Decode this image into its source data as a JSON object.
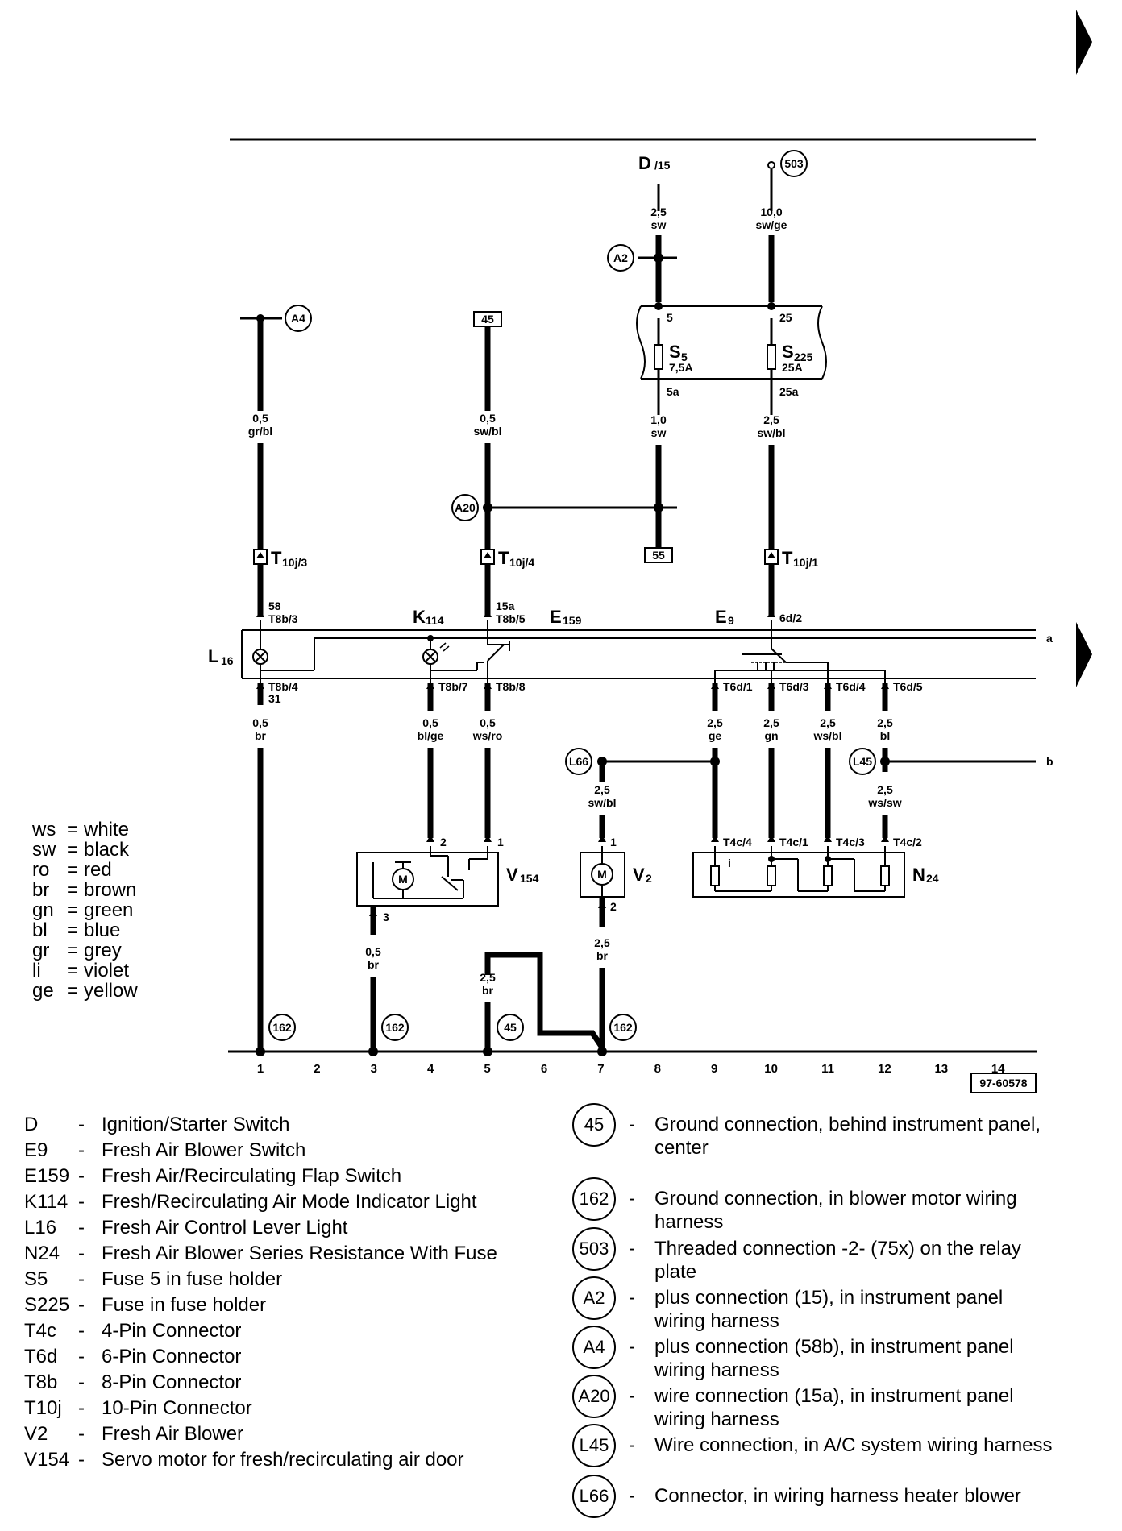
{
  "page_ref": "97-60578",
  "wire_colors": [
    {
      "code": "ws",
      "name": "white"
    },
    {
      "code": "sw",
      "name": "black"
    },
    {
      "code": "ro",
      "name": "red"
    },
    {
      "code": "br",
      "name": "brown"
    },
    {
      "code": "gn",
      "name": "green"
    },
    {
      "code": "bl",
      "name": "blue"
    },
    {
      "code": "gr",
      "name": "grey"
    },
    {
      "code": "li",
      "name": "violet"
    },
    {
      "code": "ge",
      "name": "yellow"
    }
  ],
  "columns": [
    "1",
    "2",
    "3",
    "4",
    "5",
    "6",
    "7",
    "8",
    "9",
    "10",
    "11",
    "12",
    "13",
    "14"
  ],
  "top_labels": {
    "d15_main": "D",
    "d15_sub": "/15",
    "w1a": "2,5",
    "w1b": "sw",
    "w2a": "10,0",
    "w2b": "sw/ge",
    "a2": "A2",
    "n503": "503",
    "a4": "A4",
    "box45": "45",
    "box55": "55",
    "a20": "A20",
    "p5": "5",
    "p25": "25",
    "p5a": "5a",
    "p25a": "25a",
    "s5": "S",
    "s5sub": "5",
    "s5amp": "7,5A",
    "s225": "S",
    "s225sub": "225",
    "s225amp": "25A",
    "w3a": "0,5",
    "w3b": "gr/bl",
    "w4a": "0,5",
    "w4b": "sw/bl",
    "w5a": "1,0",
    "w5b": "sw",
    "w6a": "2,5",
    "w6b": "sw/bl",
    "t3": "T",
    "t3sub": "10j/3",
    "t4": "T",
    "t4sub": "10j/4",
    "t1": "T",
    "t1sub": "10j/1",
    "p58": "58",
    "t8b3": "T8b/3",
    "p15a": "15a",
    "t8b5": "T8b/5",
    "k114": "K",
    "k114sub": "114",
    "e159": "E",
    "e159sub": "159",
    "e9": "E",
    "e9sub": "9",
    "p6d2": "6d/2",
    "l16": "L",
    "l16sub": "16",
    "ra": "a",
    "rb": "b",
    "t8b4": "T8b/4",
    "p31": "31",
    "t8b7": "T8b/7",
    "t8b8": "T8b/8",
    "t6d1": "T6d/1",
    "t6d3": "T6d/3",
    "t6d4": "T6d/4",
    "t6d5": "T6d/5",
    "w7a": "0,5",
    "w7b": "br",
    "w8a": "0,5",
    "w8b": "bl/ge",
    "w9a": "0,5",
    "w9b": "ws/ro",
    "w10a": "2,5",
    "w10b": "ge",
    "w11a": "2,5",
    "w11b": "gn",
    "w12a": "2,5",
    "w12b": "ws/bl",
    "w13a": "2,5",
    "w13b": "bl",
    "l66": "L66",
    "l45": "L45",
    "w14a": "2,5",
    "w14b": "sw/bl",
    "w15a": "2,5",
    "w15b": "ws/sw",
    "p2": "2",
    "p1": "1",
    "p1b": "1",
    "p2b": "2",
    "p3": "3",
    "t4c4": "T4c/4",
    "t4c1": "T4c/1",
    "t4c3": "T4c/3",
    "t4c2": "T4c/2",
    "v154": "V",
    "v154sub": "154",
    "v2": "V",
    "v2sub": "2",
    "n24": "N",
    "n24sub": "24",
    "motor": "M",
    "motor2": "M",
    "n24i": "i",
    "w16a": "0,5",
    "w16b": "br",
    "w17a": "2,5",
    "w17b": "br",
    "w18a": "2,5",
    "w18b": "br",
    "g162a": "162",
    "g162b": "162",
    "g45": "45",
    "g162c": "162"
  },
  "legend_left": [
    {
      "key": "D",
      "desc": "Ignition/Starter Switch"
    },
    {
      "key": "E9",
      "desc": "Fresh Air Blower Switch"
    },
    {
      "key": "E159",
      "desc": "Fresh Air/Recirculating Flap Switch"
    },
    {
      "key": "K114",
      "desc": "Fresh/Recirculating Air Mode Indicator Light"
    },
    {
      "key": "L16",
      "desc": "Fresh Air Control Lever Light"
    },
    {
      "key": "N24",
      "desc": "Fresh Air Blower Series Resistance With Fuse"
    },
    {
      "key": "S5",
      "desc": "Fuse 5 in fuse holder"
    },
    {
      "key": "S225",
      "desc": "Fuse in fuse holder"
    },
    {
      "key": "T4c",
      "desc": "4-Pin Connector"
    },
    {
      "key": "T6d",
      "desc": "6-Pin Connector"
    },
    {
      "key": "T8b",
      "desc": "8-Pin Connector"
    },
    {
      "key": "T10j",
      "desc": "10-Pin Connector"
    },
    {
      "key": "V2",
      "desc": "Fresh Air Blower"
    },
    {
      "key": "V154",
      "desc": "Servo motor for fresh/recirculating air door"
    }
  ],
  "legend_right": [
    {
      "key": "45",
      "line1": "Ground connection, behind instrument panel,",
      "line2": "center"
    },
    {
      "key": "162",
      "line1": "Ground connection, in blower motor wiring",
      "line2": "harness"
    },
    {
      "key": "503",
      "line1": "Threaded connection -2- (75x) on the relay",
      "line2": "plate"
    },
    {
      "key": "A2",
      "line1": "plus connection (15), in instrument panel",
      "line2": "wiring harness"
    },
    {
      "key": "A4",
      "line1": "plus connection (58b), in instrument panel",
      "line2": "wiring harness"
    },
    {
      "key": "A20",
      "line1": "wire connection (15a), in instrument panel",
      "line2": "wiring harness"
    },
    {
      "key": "L45",
      "line1": "Wire connection, in A/C system wiring harness",
      "line2": ""
    },
    {
      "key": "L66",
      "line1": "Connector, in wiring harness heater blower",
      "line2": ""
    }
  ]
}
